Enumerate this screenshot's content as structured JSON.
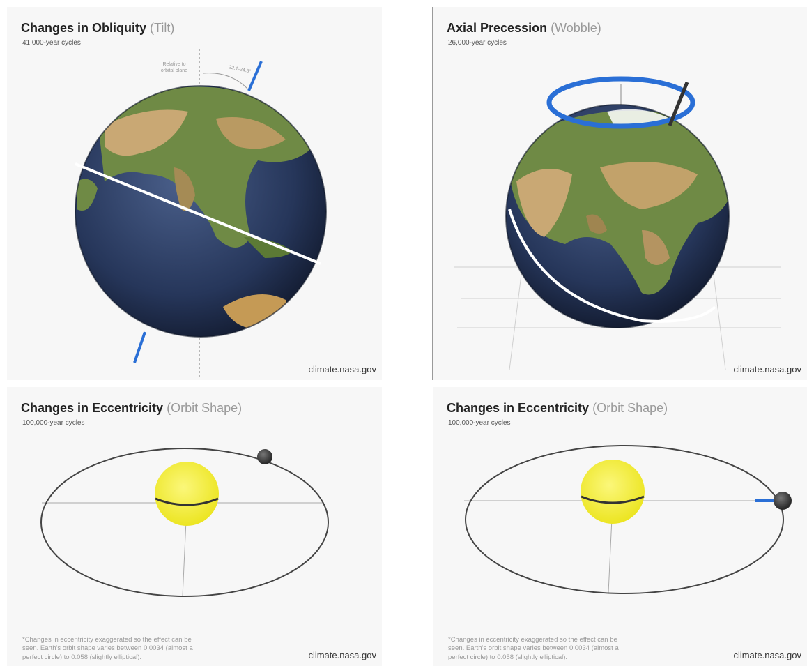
{
  "panels": {
    "obliquity": {
      "title": "Changes in Obliquity",
      "title_paren": "(Tilt)",
      "subtitle": "41,000-year cycles",
      "label_line1": "Relative to",
      "label_line2": "orbital plane",
      "angle_label": "22.1-24.5°",
      "credit": "climate.nasa.gov"
    },
    "precession": {
      "title": "Axial Precession",
      "title_paren": "(Wobble)",
      "subtitle": "26,000-year cycles",
      "credit": "climate.nasa.gov"
    },
    "eccentricity_a": {
      "title": "Changes in Eccentricity",
      "title_paren": "(Orbit Shape)",
      "subtitle": "100,000-year cycles",
      "footnote": "*Changes in eccentricity exaggerated so the effect can be seen. Earth's orbit shape varies between 0.0034 (almost a perfect circle) to 0.058 (slightly elliptical).",
      "credit": "climate.nasa.gov"
    },
    "eccentricity_b": {
      "title": "Changes in Eccentricity",
      "title_paren": "(Orbit Shape)",
      "subtitle": "100,000-year cycles",
      "footnote": "*Changes in eccentricity exaggerated so the effect can be seen. Earth's orbit shape varies between 0.0034 (almost a perfect circle) to 0.058 (slightly elliptical).",
      "credit": "climate.nasa.gov"
    }
  },
  "colors": {
    "axis_blue": "#2a6fd6",
    "ocean": "#2b3d63",
    "land_green": "#5b7a3a",
    "land_tan": "#c9a874",
    "sun_yellow": "#f5ef3a",
    "orbit": "#444444"
  }
}
